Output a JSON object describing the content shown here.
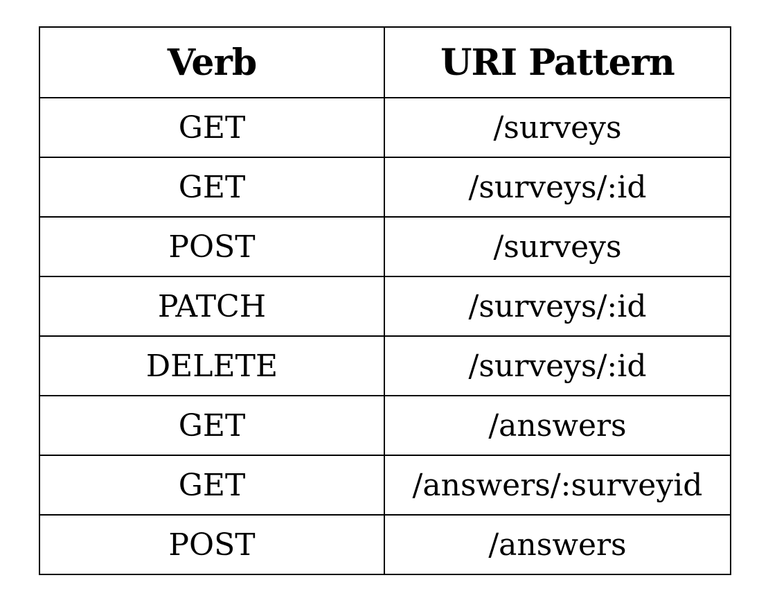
{
  "table": {
    "headers": {
      "verb": "Verb",
      "uri": "URI Pattern"
    },
    "rows": [
      {
        "verb": "GET",
        "uri": "/surveys"
      },
      {
        "verb": "GET",
        "uri": "/surveys/:id"
      },
      {
        "verb": "POST",
        "uri": "/surveys"
      },
      {
        "verb": "PATCH",
        "uri": "/surveys/:id"
      },
      {
        "verb": "DELETE",
        "uri": "/surveys/:id"
      },
      {
        "verb": "GET",
        "uri": "/answers"
      },
      {
        "verb": "GET",
        "uri": "/answers/:surveyid"
      },
      {
        "verb": "POST",
        "uri": "/answers"
      }
    ]
  }
}
